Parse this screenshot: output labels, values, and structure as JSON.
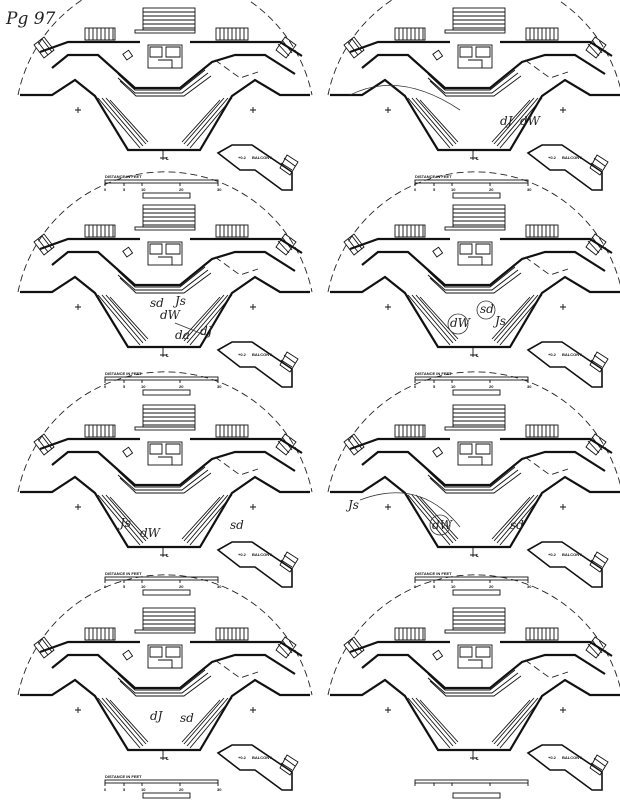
{
  "page_label": "Pg 97",
  "plan": {
    "balcony_level": "+0.2",
    "balcony_label": "BALCONY",
    "scale_label": "DISTANCE IN FEET",
    "centerline": "℄",
    "scale_ticks": [
      "0",
      "5",
      "10",
      "20",
      "30"
    ]
  },
  "panels": [
    {
      "id": "top-left",
      "annotations": []
    },
    {
      "id": "top-right",
      "annotations": [
        {
          "text": "dJ"
        },
        {
          "text": "dW"
        }
      ]
    },
    {
      "id": "row2-left",
      "annotations": [
        {
          "text": "sd"
        },
        {
          "text": "Js"
        },
        {
          "text": "dW"
        },
        {
          "text": "da"
        },
        {
          "text": "dJ"
        }
      ]
    },
    {
      "id": "row2-right",
      "annotations": [
        {
          "text": "sd"
        },
        {
          "text": "Js"
        },
        {
          "text": "dW"
        }
      ]
    },
    {
      "id": "row3-left",
      "annotations": [
        {
          "text": "Js"
        },
        {
          "text": "dW"
        },
        {
          "text": "sd"
        }
      ]
    },
    {
      "id": "row3-right",
      "annotations": [
        {
          "text": "Js"
        },
        {
          "text": "dW"
        },
        {
          "text": "sd"
        }
      ]
    },
    {
      "id": "row4-left",
      "annotations": [
        {
          "text": "dJ"
        },
        {
          "text": "sd"
        }
      ]
    },
    {
      "id": "row4-right",
      "annotations": []
    }
  ]
}
